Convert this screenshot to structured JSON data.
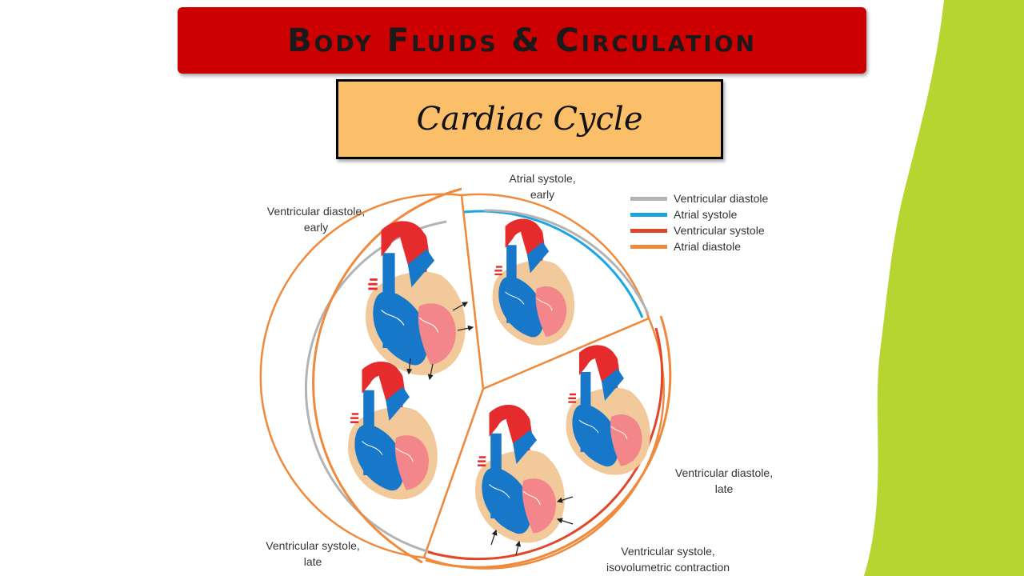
{
  "slide": {
    "title": "Body Fluids & Circulation",
    "subtitle": "Cardiac Cycle"
  },
  "diagram": {
    "labels": {
      "atrial_systole_early": [
        "Atrial systole,",
        "early"
      ],
      "ventricular_diastole_early": [
        "Ventricular diastole,",
        "early"
      ],
      "ventricular_diastole_late": [
        "Ventricular diastole,",
        "late"
      ],
      "ventricular_systole_late": [
        "Ventricular systole,",
        "late"
      ],
      "ventricular_systole_isovolumetric": [
        "Ventricular systole,",
        "isovolumetric contraction"
      ]
    },
    "legend": [
      {
        "label": "Ventricular diastole",
        "color": "#b3b3b3"
      },
      {
        "label": "Atrial systole",
        "color": "#1aa6e0"
      },
      {
        "label": "Ventricular systole",
        "color": "#e0472a"
      },
      {
        "label": "Atrial diastole",
        "color": "#ef8a3c"
      }
    ],
    "colors": {
      "artery_red": "#e52b2b",
      "vein_blue": "#1778c9",
      "ventricle_pink": "#f2868a",
      "tissue_tan": "#f1c99a",
      "accent_green": "#b6d531"
    }
  }
}
